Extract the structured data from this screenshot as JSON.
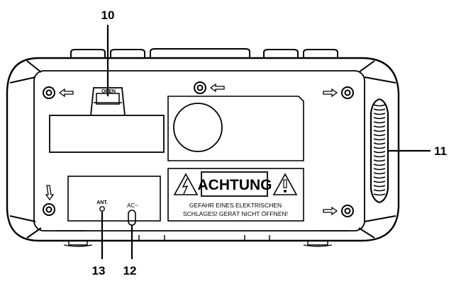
{
  "diagram": {
    "callouts": {
      "c10": "10",
      "c11": "11",
      "c12": "12",
      "c13": "13"
    },
    "labels": {
      "open": "OPEN",
      "ant": "ANT.",
      "ac": "AC~"
    },
    "warning": {
      "heading": "ACHTUNG",
      "line1": "GEFAHR EINES ELEKTRISCHEN",
      "line2": "SCHLAGES! GERÄT NICHT ÖFFNEN!"
    }
  }
}
